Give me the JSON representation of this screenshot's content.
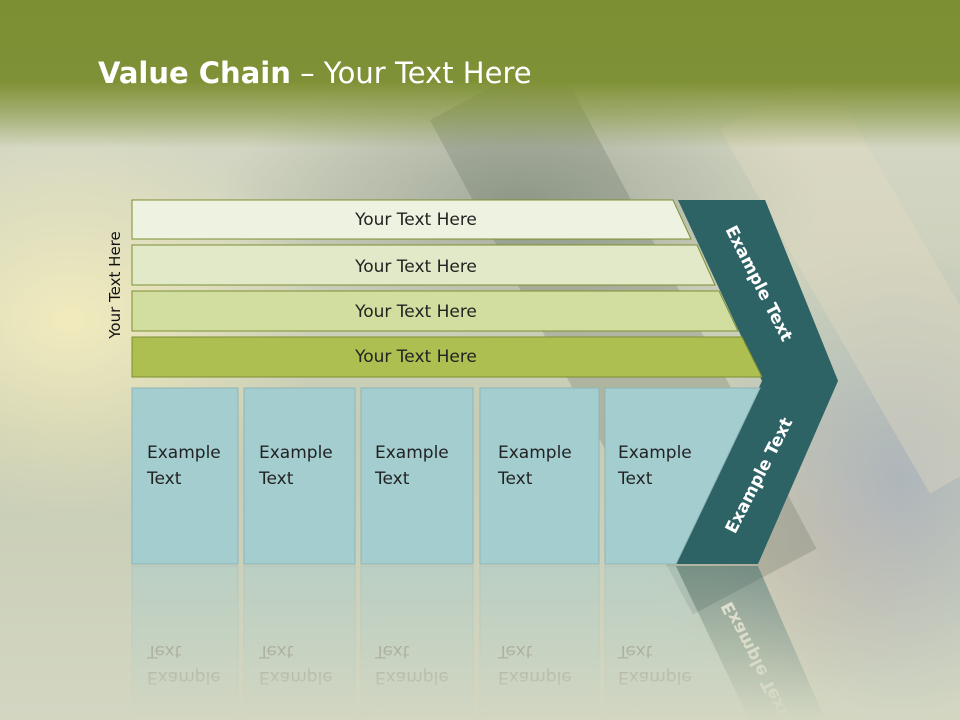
{
  "slide": {
    "title_bold": "Value Chain",
    "title_rest": " – Your Text Here",
    "side_label": "Your Text Here"
  },
  "support_activities": [
    {
      "label": "Your Text Here",
      "color": "#eef2e1"
    },
    {
      "label": "Your Text Here",
      "color": "#e2e9c8"
    },
    {
      "label": "Your Text Here",
      "color": "#d2dea0"
    },
    {
      "label": "Your Text Here",
      "color": "#aebf52"
    }
  ],
  "primary_activities": [
    {
      "line1": "Example",
      "line2": "Text"
    },
    {
      "line1": "Example",
      "line2": "Text"
    },
    {
      "line1": "Example",
      "line2": "Text"
    },
    {
      "line1": "Example",
      "line2": "Text"
    },
    {
      "line1": "Example",
      "line2": "Text"
    }
  ],
  "margin": {
    "upper": "Example Text",
    "lower": "Example Text"
  },
  "colors": {
    "header": "#7f9136",
    "primary_box": "#a3cdcf",
    "margin_arrow": "#2e6366",
    "support_border": "#7d8f33"
  }
}
